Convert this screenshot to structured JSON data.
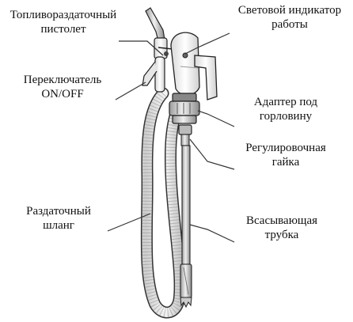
{
  "labels": {
    "nozzle_l1": "Топливораздаточный",
    "nozzle_l2": "пистолет",
    "indicator_l1": "Световой индикатор",
    "indicator_l2": "работы",
    "switch_l1": "Переключатель",
    "switch_l2": "ON/OFF",
    "adapter_l1": "Адаптер под",
    "adapter_l2": "горловину",
    "nut_l1": "Регулировочная",
    "nut_l2": "гайка",
    "hose_l1": "Раздаточный",
    "hose_l2": "шланг",
    "tube_l1": "Всасывающая",
    "tube_l2": "трубка"
  }
}
